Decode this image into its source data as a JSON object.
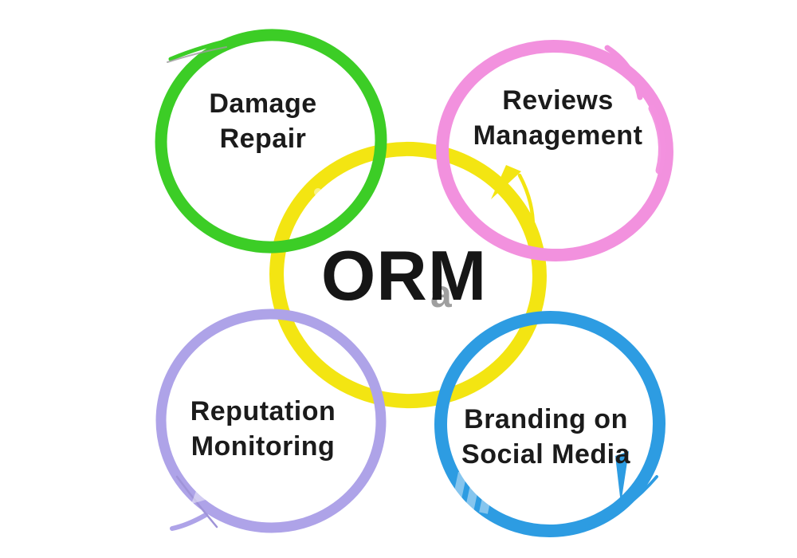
{
  "diagram": {
    "center": {
      "label": "ORM",
      "ring_color": "#f3e512"
    },
    "nodes": [
      {
        "name": "Damage Repair",
        "line1": "Damage",
        "line2": "Repair",
        "color": "#3ccd26",
        "position": "top-left"
      },
      {
        "name": "Reviews Management",
        "line1": "Reviews",
        "line2": "Management",
        "color": "#f291de",
        "position": "top-right"
      },
      {
        "name": "Reputation Monitoring",
        "line1": "Reputation",
        "line2": "Monitoring",
        "color": "#aea3e8",
        "position": "bottom-left"
      },
      {
        "name": "Branding on Social Media",
        "line1": "Branding on",
        "line2": "Social Media",
        "color": "#2d9ce2",
        "position": "bottom-right"
      }
    ],
    "text_color": "#1b1b1b",
    "background_color": "#ffffff",
    "watermark_letter": "a"
  }
}
